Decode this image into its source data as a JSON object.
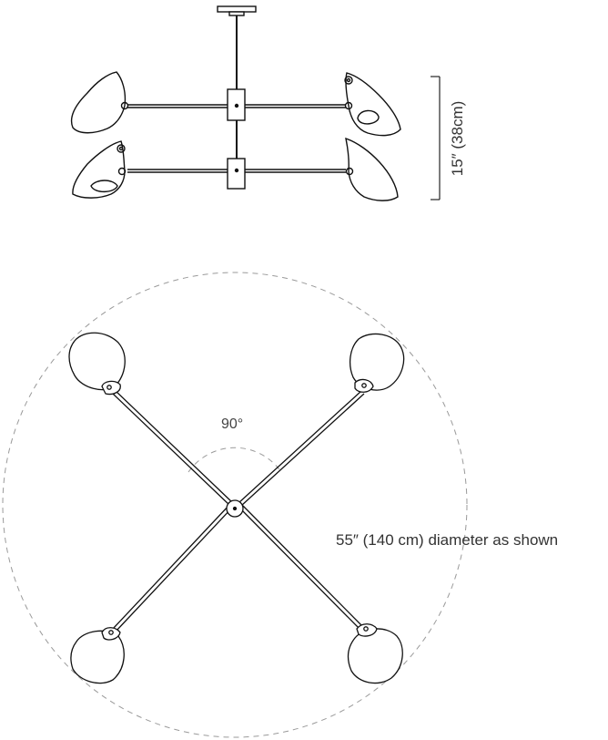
{
  "side_view": {
    "height_label": "15″ (38cm)"
  },
  "top_view": {
    "angle_label": "90°",
    "diameter_label": "55″ (140 cm) diameter as shown"
  }
}
